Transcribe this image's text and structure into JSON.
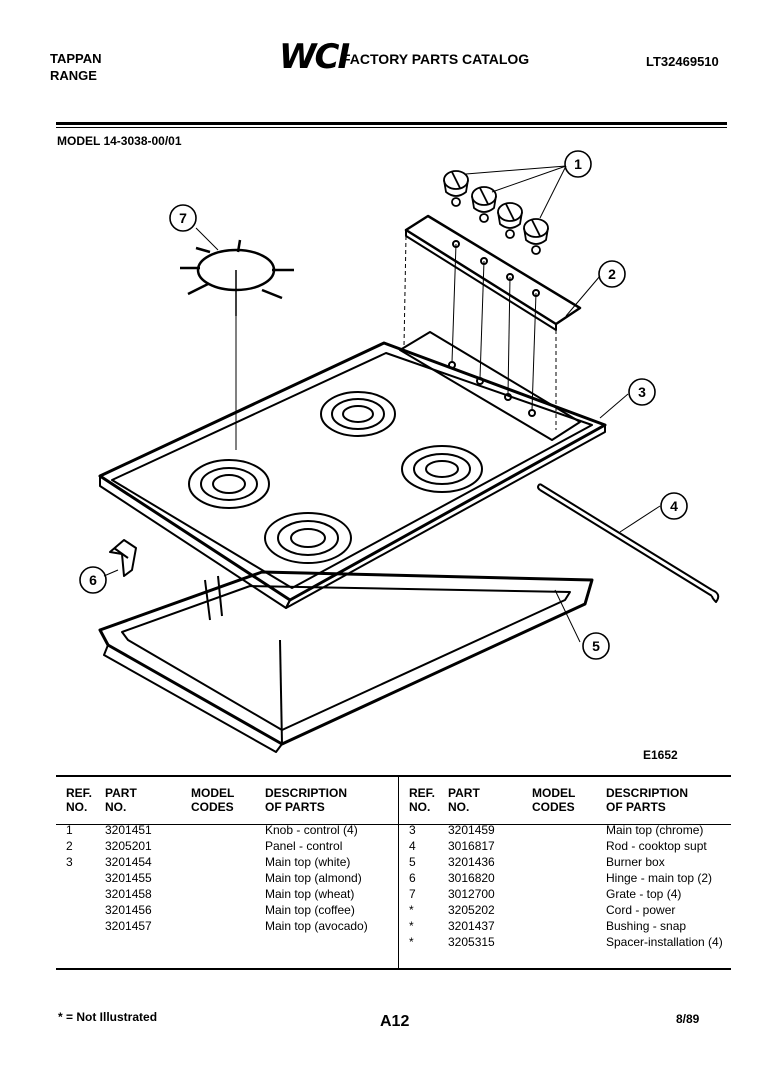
{
  "header": {
    "brand_line1": "TAPPAN",
    "brand_line2": "RANGE",
    "logo_text": "WCI",
    "catalog_title": "FACTORY PARTS CATALOG",
    "catalog_number": "LT32469510"
  },
  "model_line": "MODEL 14-3038-00/01",
  "diagram": {
    "callouts": [
      "1",
      "2",
      "3",
      "4",
      "5",
      "6",
      "7"
    ],
    "figure_id": "E1652"
  },
  "table": {
    "headers": {
      "ref": [
        "REF.",
        "NO."
      ],
      "part": [
        "PART",
        "NO."
      ],
      "model": [
        "MODEL",
        "CODES"
      ],
      "desc": [
        "DESCRIPTION",
        "OF PARTS"
      ]
    },
    "left_rows": [
      {
        "ref": "1",
        "part": "3201451",
        "model": "",
        "desc": "Knob - control (4)"
      },
      {
        "ref": "2",
        "part": "3205201",
        "model": "",
        "desc": "Panel - control"
      },
      {
        "ref": "3",
        "part": "3201454",
        "model": "",
        "desc": "Main top (white)"
      },
      {
        "ref": "",
        "part": "3201455",
        "model": "",
        "desc": "Main top (almond)"
      },
      {
        "ref": "",
        "part": "3201458",
        "model": "",
        "desc": "Main top (wheat)"
      },
      {
        "ref": "",
        "part": "3201456",
        "model": "",
        "desc": "Main top (coffee)"
      },
      {
        "ref": "",
        "part": "3201457",
        "model": "",
        "desc": "Main top (avocado)"
      }
    ],
    "right_rows": [
      {
        "ref": "3",
        "part": "3201459",
        "model": "",
        "desc": "Main top (chrome)"
      },
      {
        "ref": "4",
        "part": "3016817",
        "model": "",
        "desc": "Rod - cooktop supt"
      },
      {
        "ref": "5",
        "part": "3201436",
        "model": "",
        "desc": "Burner box"
      },
      {
        "ref": "6",
        "part": "3016820",
        "model": "",
        "desc": "Hinge - main top (2)"
      },
      {
        "ref": "7",
        "part": "3012700",
        "model": "",
        "desc": "Grate - top (4)"
      },
      {
        "ref": "*",
        "part": "3205202",
        "model": "",
        "desc": "Cord - power"
      },
      {
        "ref": "*",
        "part": "3201437",
        "model": "",
        "desc": "Bushing - snap"
      },
      {
        "ref": "*",
        "part": "3205315",
        "model": "",
        "desc": "Spacer-installation (4)"
      }
    ]
  },
  "footer": {
    "note": "* = Not Illustrated",
    "page": "A12",
    "date": "8/89"
  }
}
